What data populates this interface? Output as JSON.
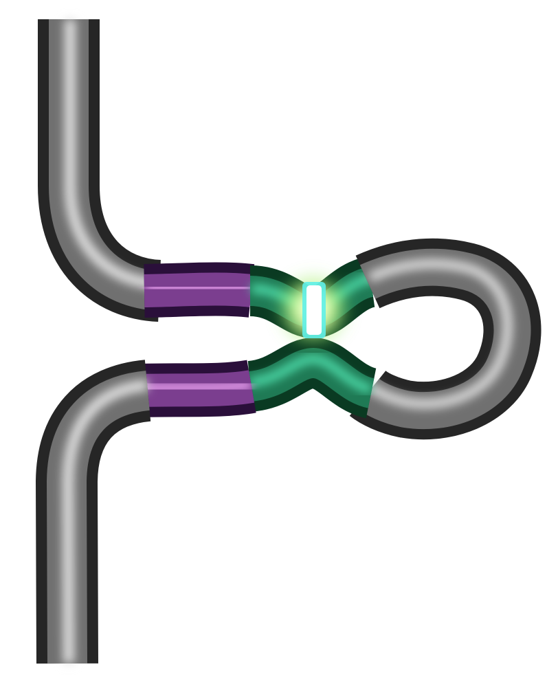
{
  "diagram": {
    "background": "#ffffff",
    "colors": {
      "tube_dark": "#262626",
      "tube_mid": "#707070",
      "tube_light": "#e0e0e0",
      "segment_a_dark": "#2a0f3a",
      "segment_a_mid": "#7b3e8f",
      "segment_a_light": "#e9a0f0",
      "segment_b_dark": "#0a3a22",
      "segment_b_mid": "#1f7a55",
      "segment_b_light": "#4fe0ad",
      "glow_inner": "#ffffff",
      "glow_mid": "#d8ff9a",
      "glow_outer": "#6fe04a",
      "junction_edge": "#5ff0e8"
    },
    "components": [
      "upper-tube",
      "upper-segment-purple",
      "upper-segment-green",
      "loop-tube",
      "lower-segment-green",
      "lower-segment-purple",
      "lower-tube",
      "junction-glow"
    ]
  }
}
